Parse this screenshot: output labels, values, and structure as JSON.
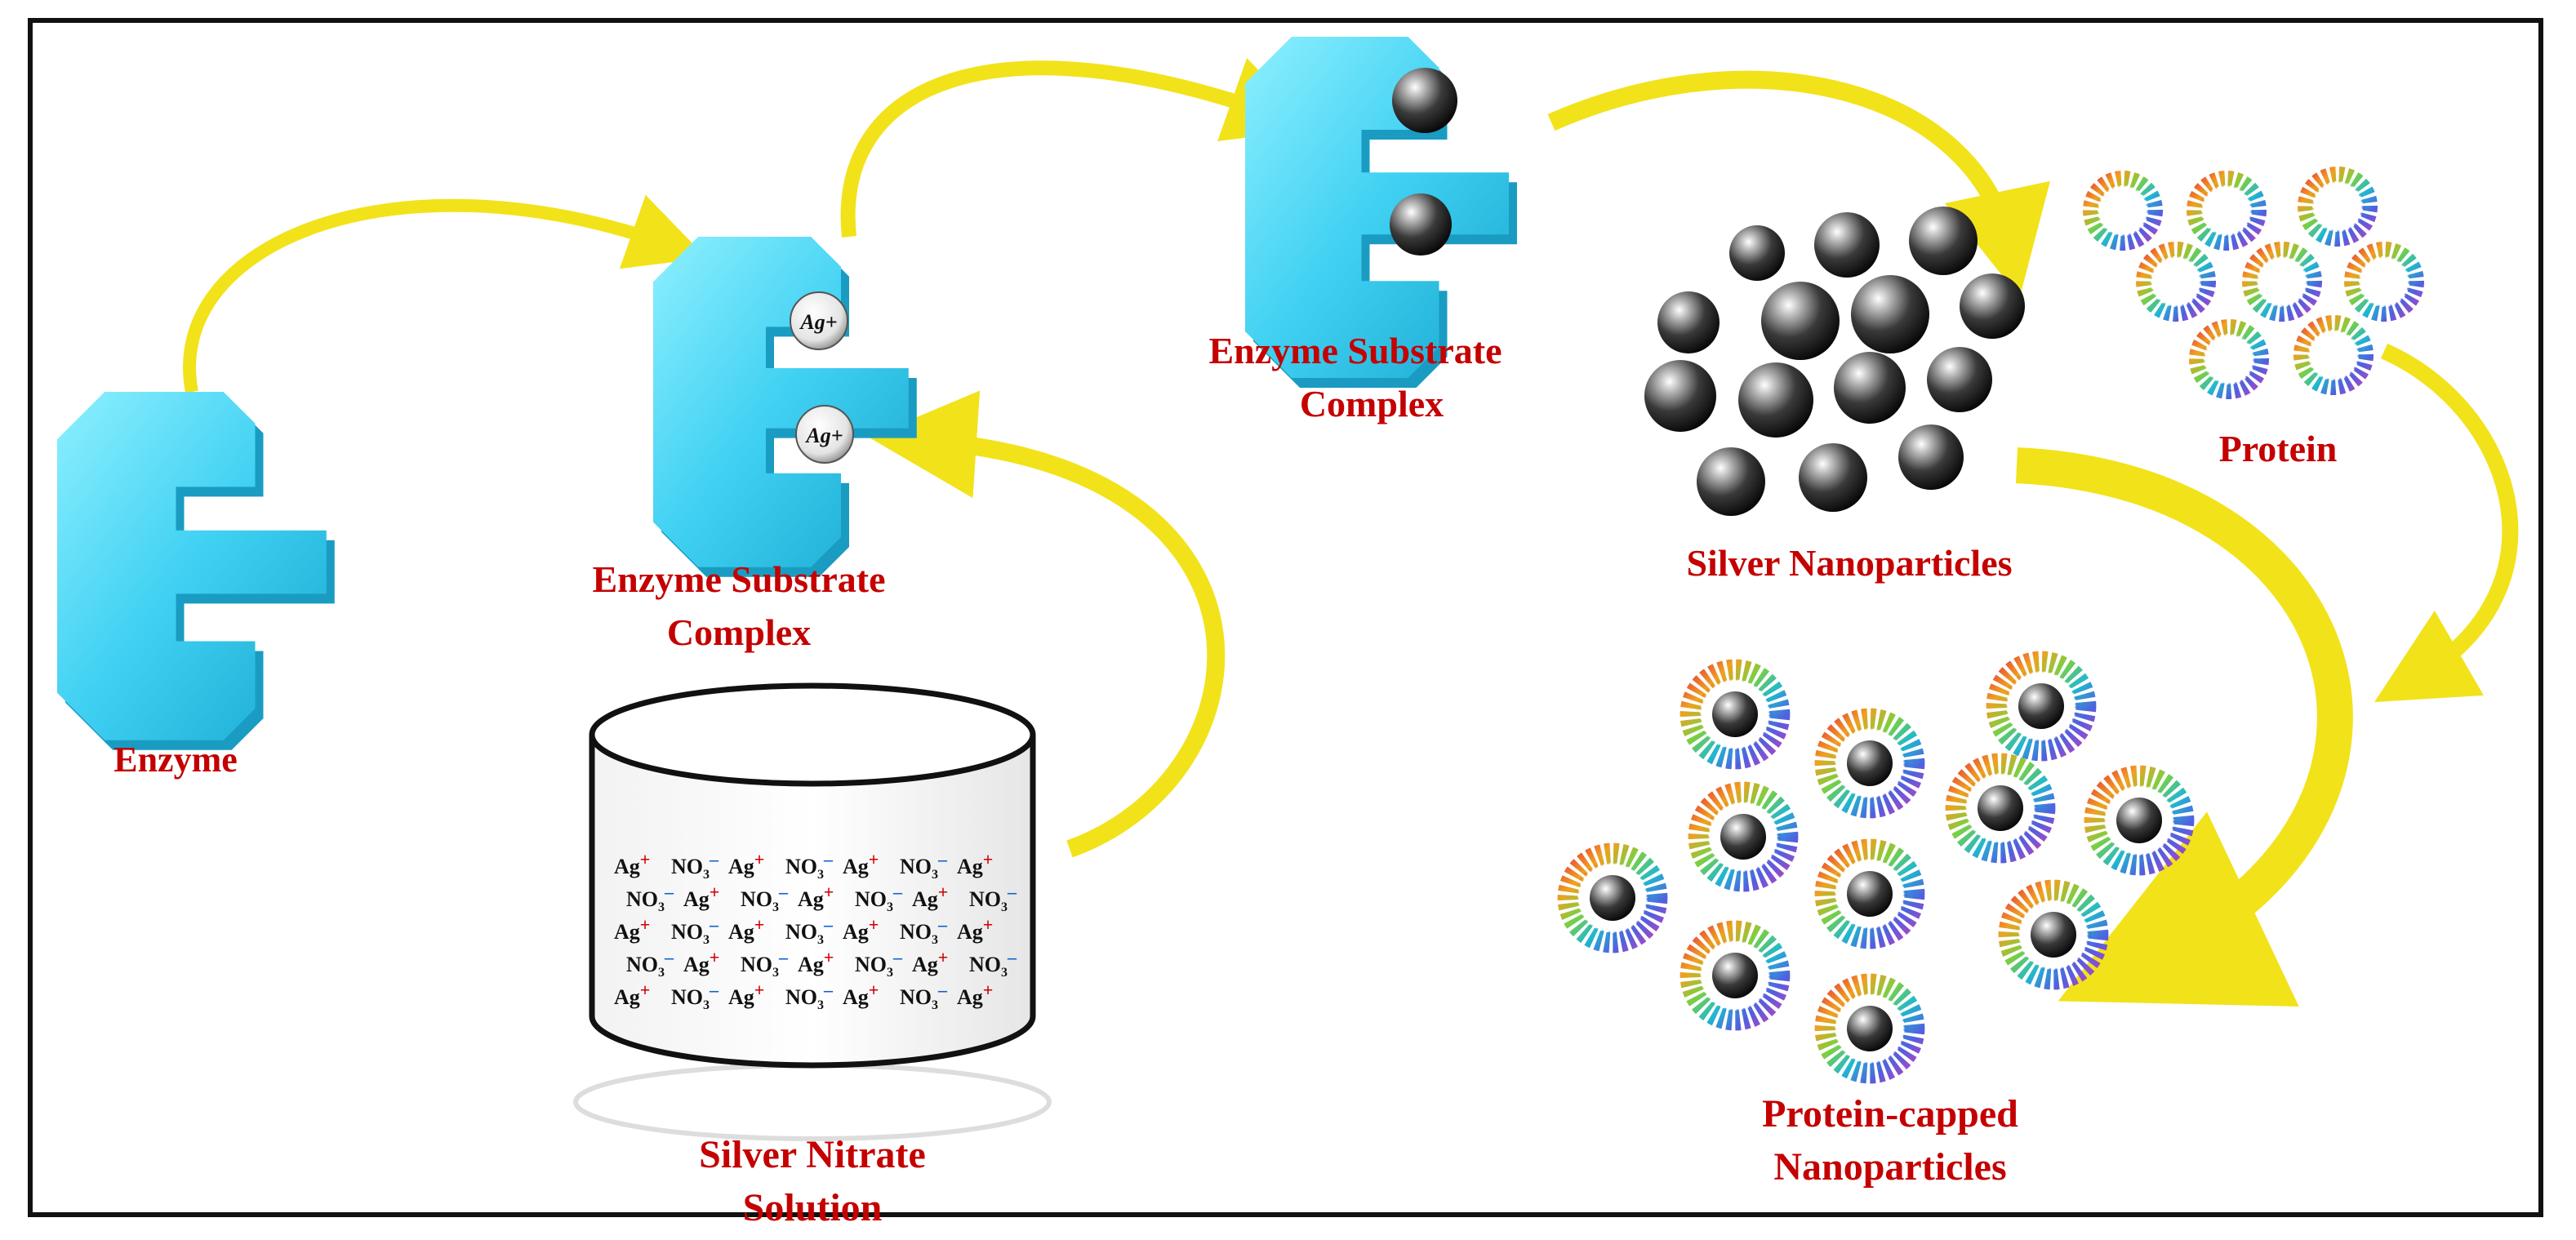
{
  "labels": {
    "enzyme": "Enzyme",
    "complex1": [
      "Enzyme Substrate",
      "Complex"
    ],
    "complex2": [
      "Enzyme Substrate",
      "Complex"
    ],
    "silver_nanoparticles": "Silver Nanoparticles",
    "protein": "Protein",
    "silver_nitrate": [
      "Silver Nitrate",
      "Solution"
    ],
    "capped": [
      "Protein-capped",
      "Nanoparticles"
    ]
  },
  "substrate_label": "Ag+",
  "solution_ions": [
    [
      "Ag",
      "+",
      "NO3",
      "-"
    ],
    [
      "Ag",
      "+"
    ],
    [
      "NO3",
      "-"
    ],
    [
      "Ag",
      "+"
    ],
    [
      "NO3",
      "-"
    ],
    [
      "Ag",
      "+"
    ],
    [
      "Ag",
      "+"
    ],
    [
      "NO3",
      "-"
    ]
  ],
  "colors": {
    "enzyme": "#3fd0f2",
    "label": "#c40000",
    "arrow": "#f2e21a",
    "nanoparticle": "#2a2a2a"
  }
}
